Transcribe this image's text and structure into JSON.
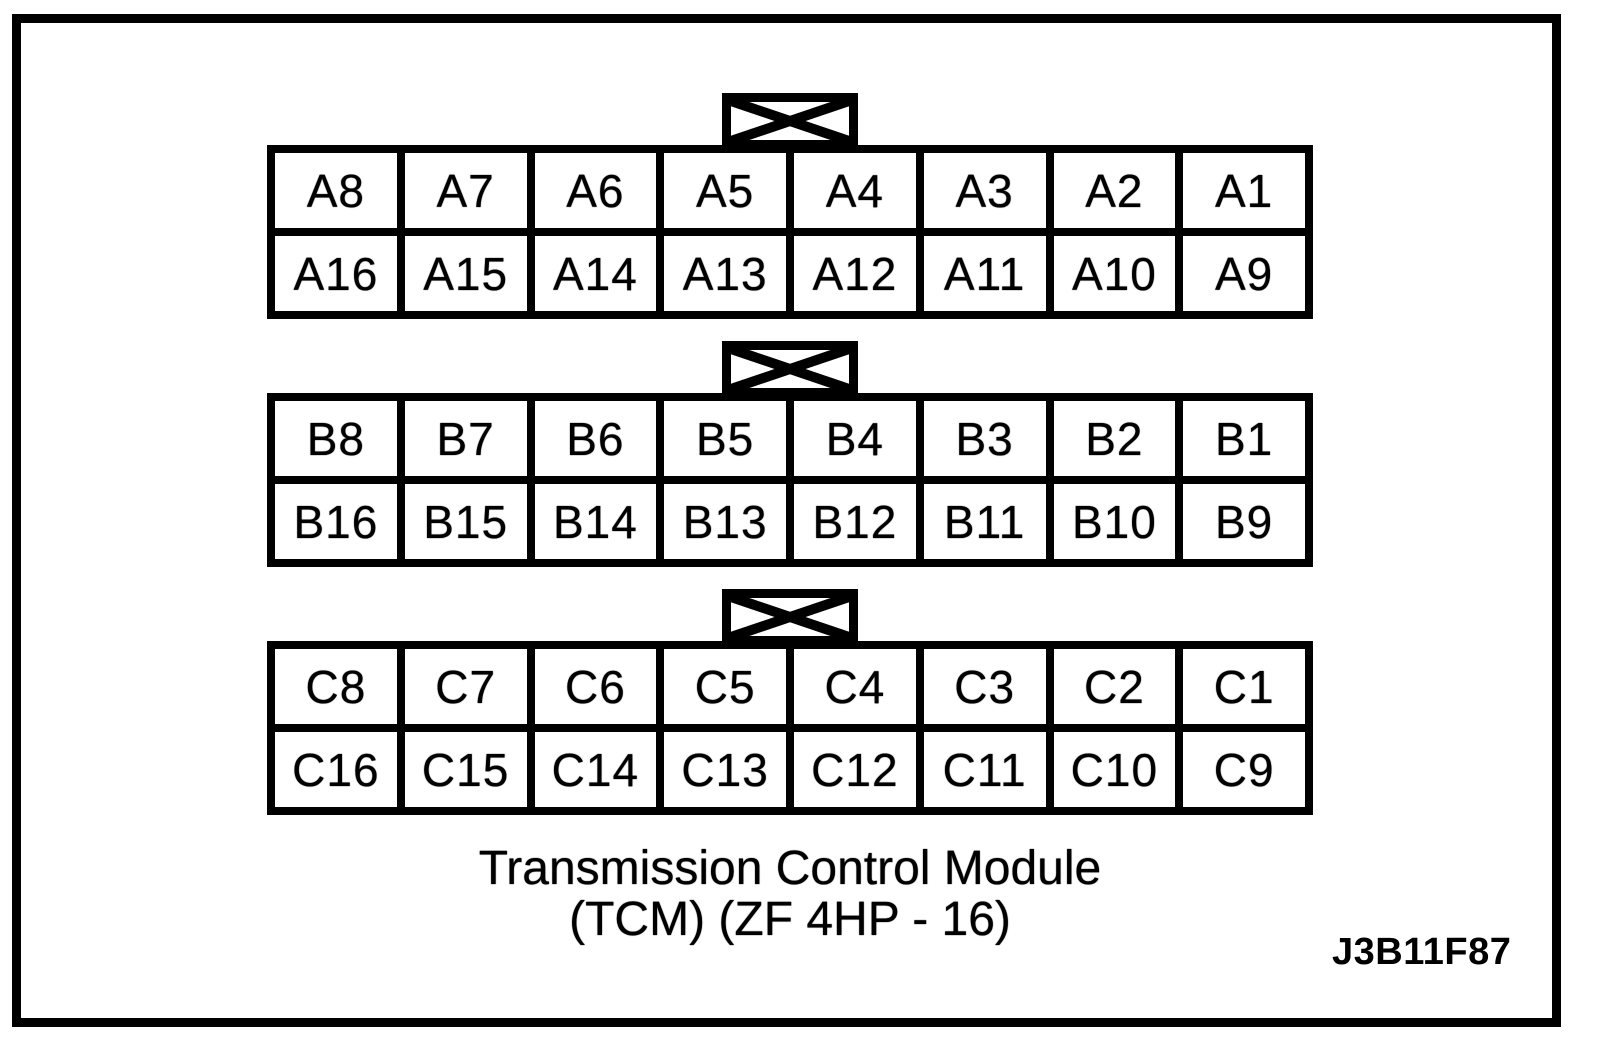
{
  "diagram": {
    "caption": {
      "line1": "Transmission Control Module",
      "line2": "(TCM) (ZF 4HP - 16)"
    },
    "figure_code": "J3B11F87",
    "colors": {
      "line": "#000000",
      "background": "#ffffff"
    },
    "keyway_symbol": "crossed-box-keyway",
    "connectors": [
      {
        "id": "A",
        "rows": [
          [
            "A8",
            "A7",
            "A6",
            "A5",
            "A4",
            "A3",
            "A2",
            "A1"
          ],
          [
            "A16",
            "A15",
            "A14",
            "A13",
            "A12",
            "A11",
            "A10",
            "A9"
          ]
        ]
      },
      {
        "id": "B",
        "rows": [
          [
            "B8",
            "B7",
            "B6",
            "B5",
            "B4",
            "B3",
            "B2",
            "B1"
          ],
          [
            "B16",
            "B15",
            "B14",
            "B13",
            "B12",
            "B11",
            "B10",
            "B9"
          ]
        ]
      },
      {
        "id": "C",
        "rows": [
          [
            "C8",
            "C7",
            "C6",
            "C5",
            "C4",
            "C3",
            "C2",
            "C1"
          ],
          [
            "C16",
            "C15",
            "C14",
            "C13",
            "C12",
            "C11",
            "C10",
            "C9"
          ]
        ]
      }
    ]
  }
}
